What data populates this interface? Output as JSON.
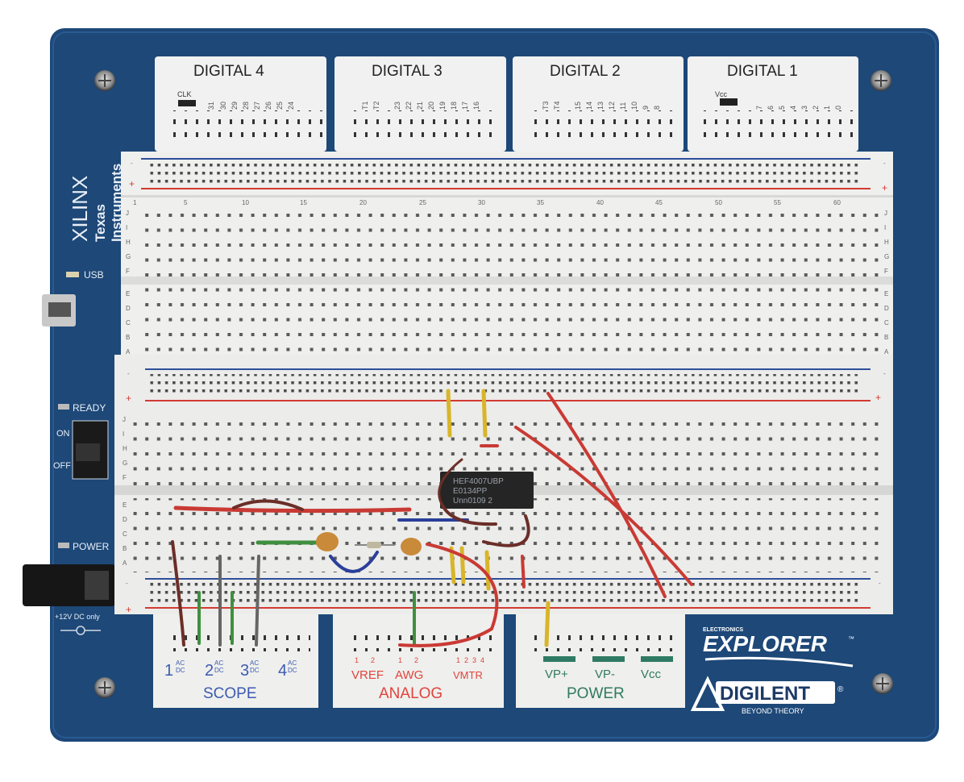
{
  "board": {
    "name": "Electronics Explorer",
    "colors": {
      "board": "#1d4878",
      "breadboard": "#efefed",
      "rail_red": "#d23a32",
      "rail_blue": "#2d4f9a"
    }
  },
  "brands": {
    "xilinx": "XILINX",
    "ti_line1": "Texas",
    "ti_line2": "Instruments",
    "electronics": "ELECTRONICS",
    "explorer": "EXPLORER",
    "tm": "™",
    "digilent": "DIGILENT",
    "reg": "®",
    "tagline": "BEYOND THEORY"
  },
  "left_panel": {
    "usb": "USB",
    "ready": "READY",
    "on": "ON",
    "off": "OFF",
    "power": "POWER",
    "dc": "+12V DC only"
  },
  "digital_headers": [
    {
      "title": "DIGITAL 4",
      "special": "CLK",
      "pins": [
        "31",
        "30",
        "29",
        "28",
        "27",
        "26",
        "25",
        "24"
      ]
    },
    {
      "title": "DIGITAL 3",
      "special": "",
      "trig": [
        "T1",
        "T2"
      ],
      "pins": [
        "23",
        "22",
        "21",
        "20",
        "19",
        "18",
        "17",
        "16"
      ]
    },
    {
      "title": "DIGITAL 2",
      "special": "",
      "trig": [
        "T3",
        "T4"
      ],
      "pins": [
        "15",
        "14",
        "13",
        "12",
        "11",
        "10",
        "9",
        "8"
      ]
    },
    {
      "title": "DIGITAL 1",
      "special": "Vcc",
      "pins": [
        "7",
        "6",
        "5",
        "4",
        "3",
        "2",
        "1",
        "0"
      ]
    }
  ],
  "rails": {
    "minus": "-",
    "plus": "+"
  },
  "rows_top": [
    "J",
    "I",
    "H",
    "G",
    "F"
  ],
  "rows_bottom": [
    "E",
    "D",
    "C",
    "B",
    "A"
  ],
  "column_numbers": [
    "1",
    "5",
    "10",
    "15",
    "20",
    "25",
    "30",
    "35",
    "40",
    "45",
    "50",
    "55",
    "60"
  ],
  "chip": {
    "line1": "HEF4007UBP",
    "line2": "E0134PP",
    "line3": "Unn0109  2"
  },
  "bottom_headers": {
    "scope": {
      "title": "SCOPE",
      "channels": [
        "1",
        "2",
        "3",
        "4"
      ],
      "ac": "AC",
      "dc": "DC"
    },
    "analog": {
      "title": "ANALOG",
      "groups": [
        "VREF",
        "AWG",
        "VMTR"
      ],
      "vref_pins": [
        "1",
        "2"
      ],
      "awg_pins": [
        "1",
        "2"
      ],
      "vmtr_pins": [
        "1",
        "2",
        "3",
        "4"
      ]
    },
    "power": {
      "title": "POWER",
      "groups": [
        "VP+",
        "VP-",
        "Vcc"
      ]
    }
  }
}
